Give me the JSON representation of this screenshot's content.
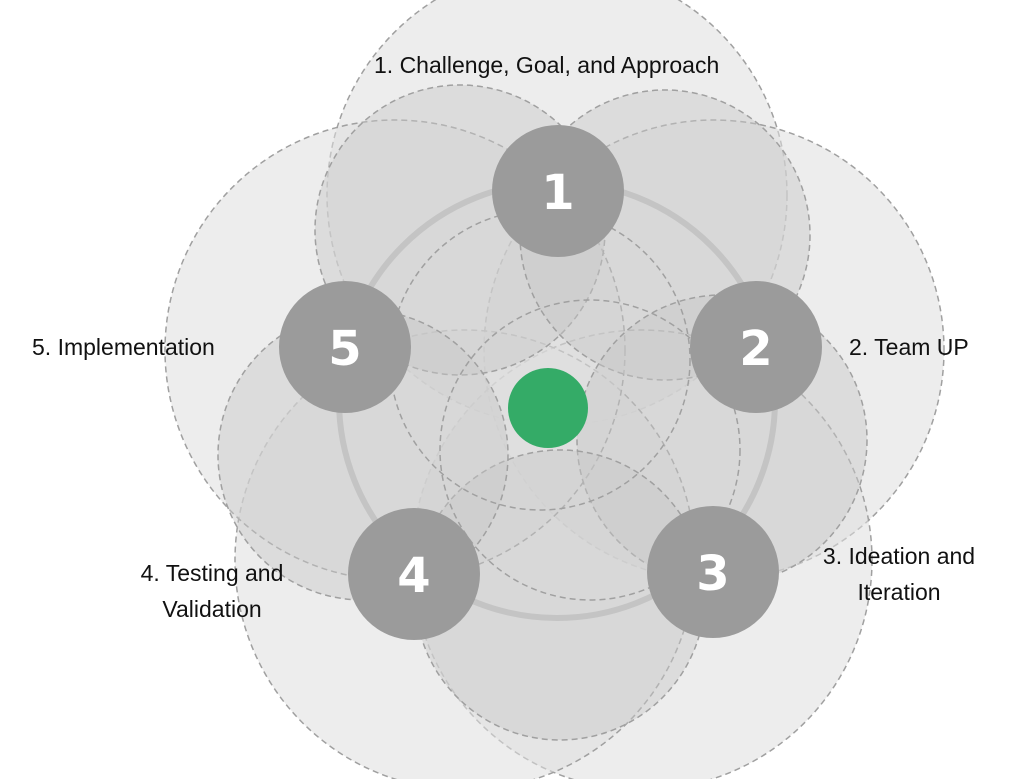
{
  "stages": [
    {
      "number": "1",
      "label_lines": [
        "1. Challenge, Goal, and Approach"
      ]
    },
    {
      "number": "2",
      "label_lines": [
        "2. Team UP"
      ]
    },
    {
      "number": "3",
      "label_lines": [
        "3. Ideation and",
        "Iteration"
      ]
    },
    {
      "number": "4",
      "label_lines": [
        "4. Testing and",
        "Validation"
      ]
    },
    {
      "number": "5",
      "label_lines": [
        "5. Implementation"
      ]
    }
  ],
  "colors": {
    "node_fill": "#9b9b9b",
    "center_fill": "#34ab67",
    "petal_fill": "#c8c8c8",
    "big_circle_fill": "#dedede",
    "dashed_stroke": "#a0a0a0",
    "ring_stroke": "#c4c4c4"
  }
}
